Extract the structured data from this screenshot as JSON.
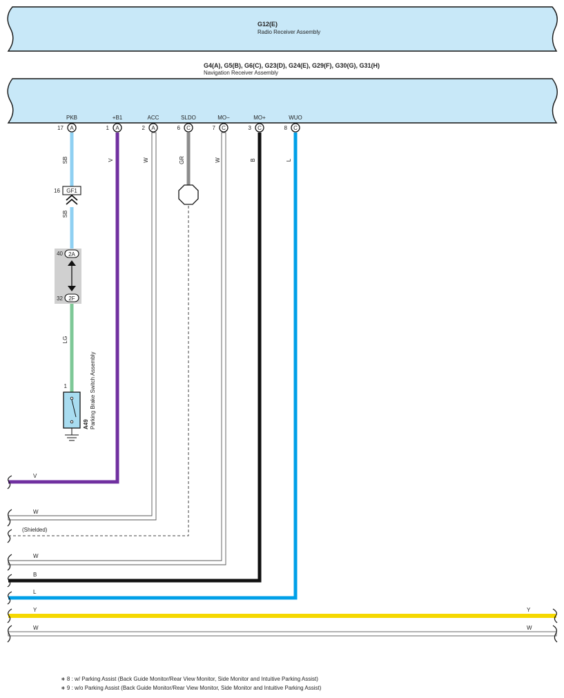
{
  "radio": {
    "code": "G12(E)",
    "name": "Radio Receiver Assembly"
  },
  "nav": {
    "codes": "G4(A), G5(B), G6(C), G23(D), G24(E), G29(F), G30(G), G31(H)",
    "name": "Navigation Receiver Assembly"
  },
  "pins": [
    {
      "name": "PKB",
      "num": "17",
      "conn": "A",
      "wire": "SB"
    },
    {
      "name": "+B1",
      "num": "1",
      "conn": "A",
      "wire": "V"
    },
    {
      "name": "ACC",
      "num": "2",
      "conn": "A",
      "wire": "W"
    },
    {
      "name": "SLDO",
      "num": "6",
      "conn": "C",
      "wire": "GR"
    },
    {
      "name": "MO−",
      "num": "7",
      "conn": "C",
      "wire": "W"
    },
    {
      "name": "MO+",
      "num": "3",
      "conn": "C",
      "wire": "B"
    },
    {
      "name": "WUO",
      "num": "8",
      "conn": "C",
      "wire": "L"
    }
  ],
  "gf1": {
    "num": "16",
    "label": "GF1",
    "wire_below": "SB"
  },
  "junction": {
    "top_num": "40",
    "top_label": "2A",
    "bottom_num": "32",
    "bottom_label": "2F",
    "wire_below": "LG"
  },
  "switch": {
    "pin": "1",
    "code": "A49",
    "name": "Parking Brake Switch Assembly"
  },
  "wires": [
    {
      "label": "V"
    },
    {
      "label": "W"
    },
    {
      "label": "(Shielded)"
    },
    {
      "label": "W"
    },
    {
      "label": "B"
    },
    {
      "label": "L"
    },
    {
      "label": "Y",
      "right_label": "Y"
    },
    {
      "label": "W",
      "right_label": "W"
    }
  ],
  "notes": [
    "∗ 8 : w/ Parking Assist (Back Guide Monitor/Rear View Monitor,  Side Monitor and Intuitive Parking Assist)",
    "∗ 9 : w/o Parking Assist (Back Guide Monitor/Rear View Monitor,  Side Monitor and Intuitive Parking Assist)"
  ],
  "colors": {
    "box_fill": "#c8e8f8",
    "sb": "#8fd0f2",
    "v": "#7030a0",
    "gr": "#8c8c8c",
    "b": "#111111",
    "l": "#00a0e8",
    "lg": "#7ec897",
    "y": "#f5d800",
    "junction_bg": "#d0d0d0",
    "switch_fill": "#a8dcf0"
  }
}
